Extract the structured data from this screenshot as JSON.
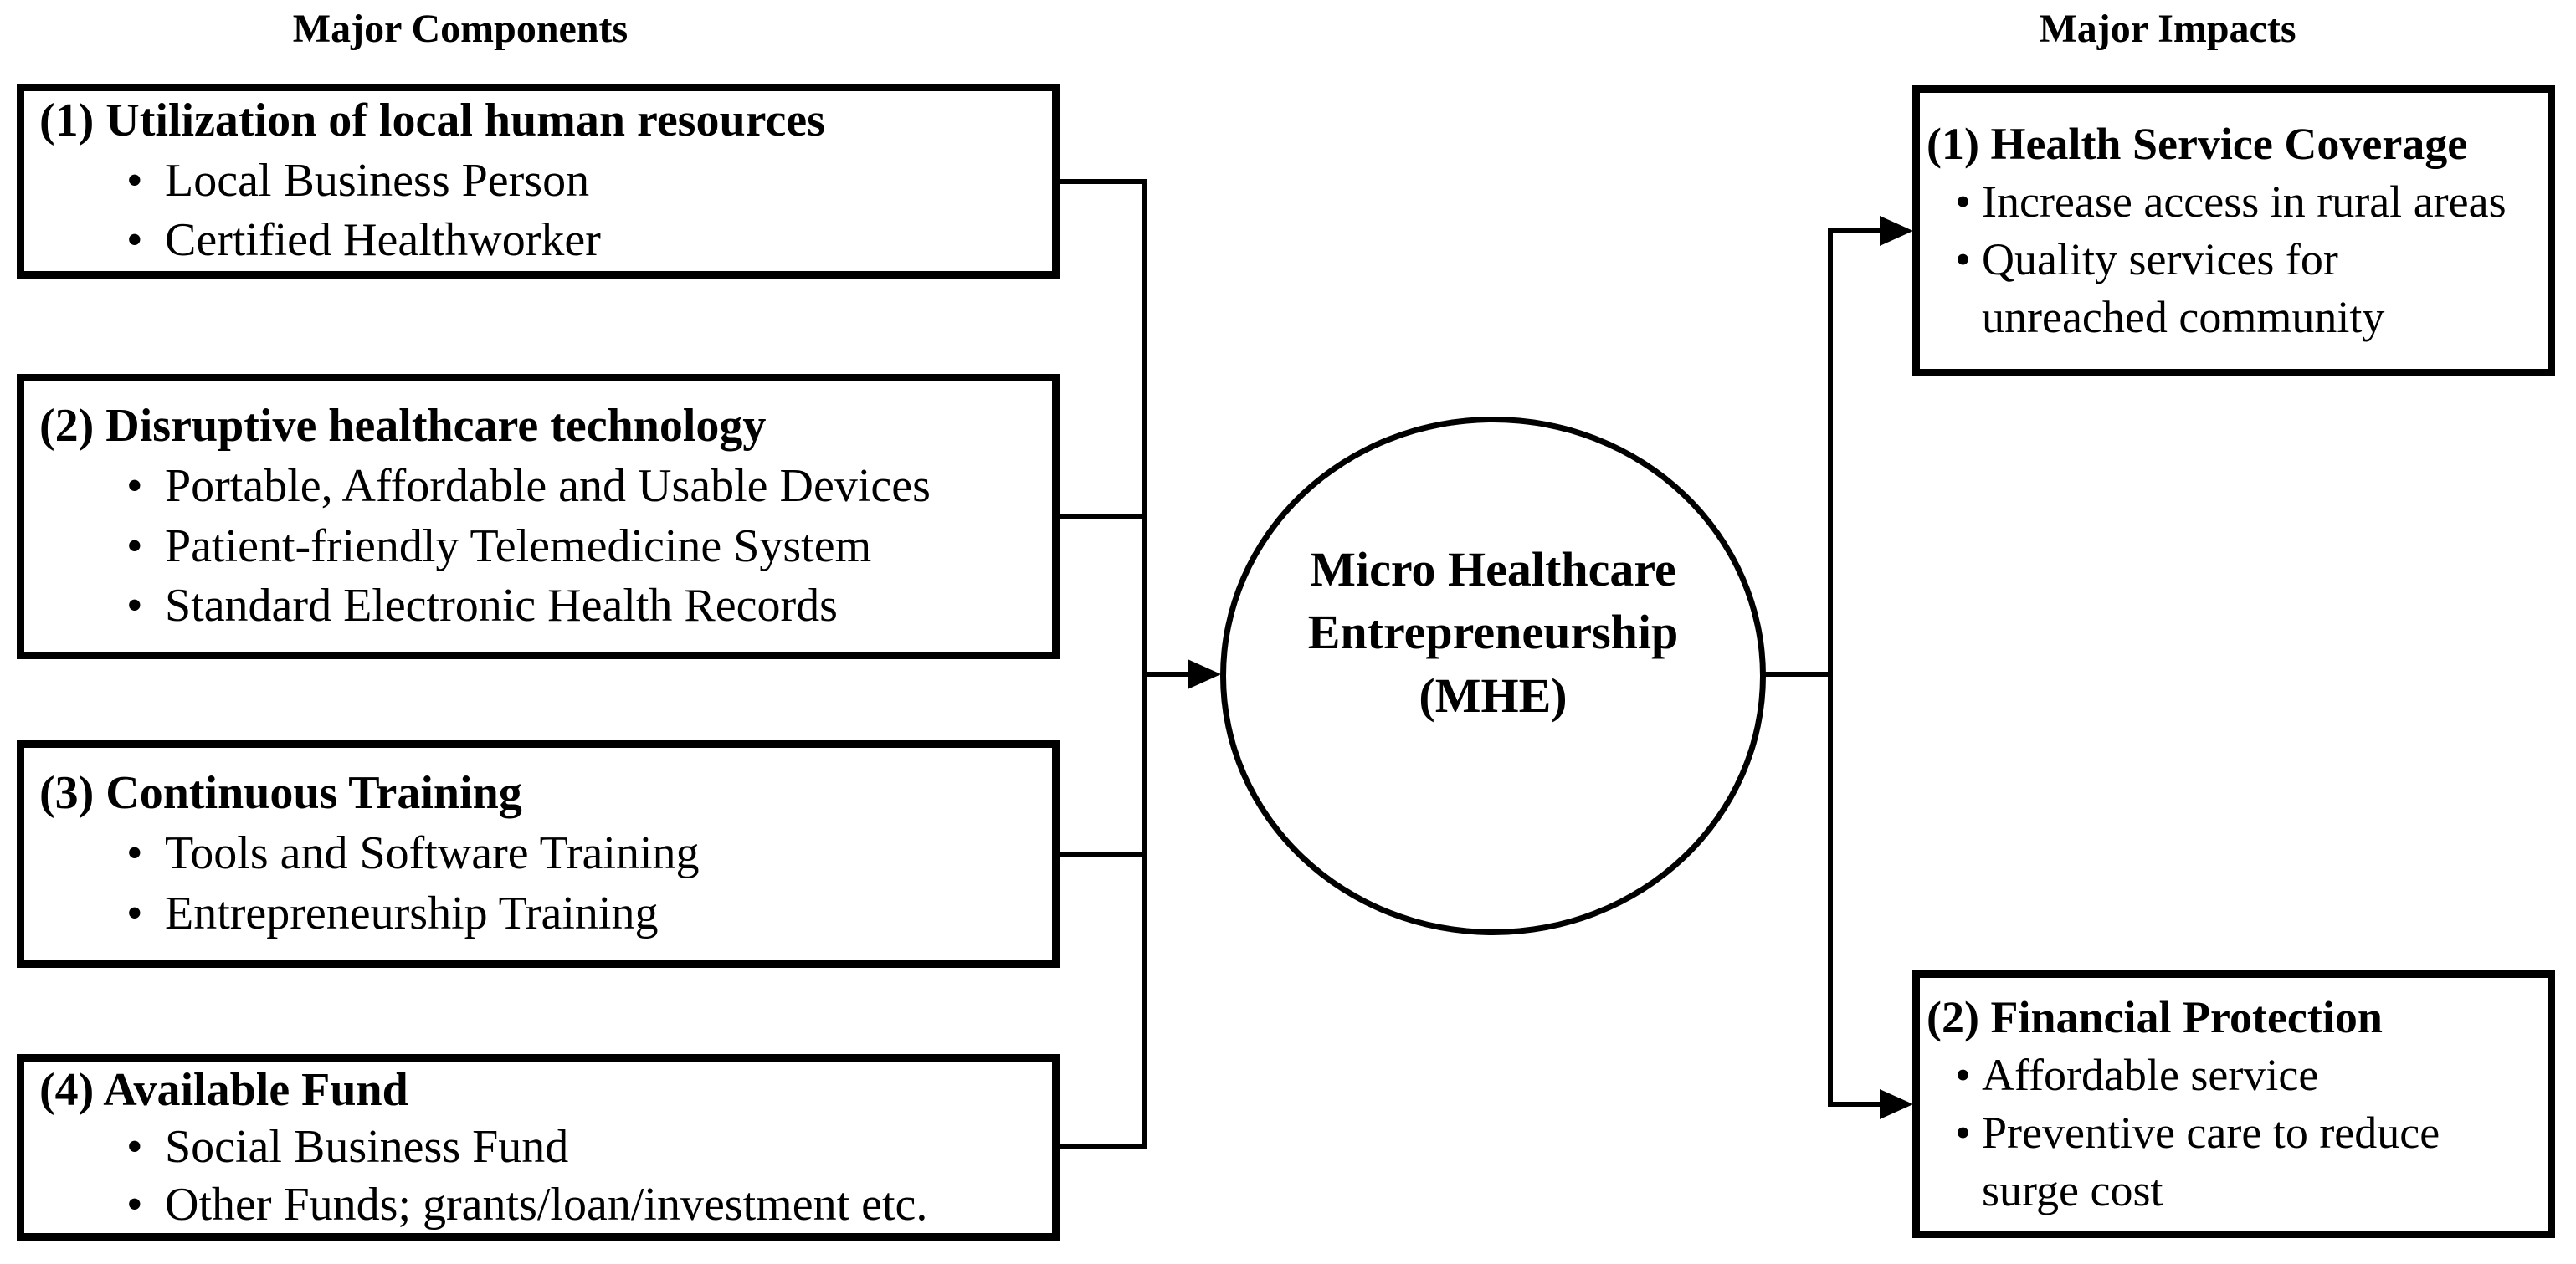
{
  "ui": {
    "bullet_char": "•"
  },
  "colors": {
    "ink": "#000000",
    "background": "#ffffff"
  },
  "left_column": {
    "title": "Major Components",
    "boxes": [
      {
        "heading": "(1) Utilization of local human resources",
        "items": [
          "Local Business Person",
          "Certified Healthworker"
        ]
      },
      {
        "heading": "(2) Disruptive healthcare technology",
        "items": [
          "Portable, Affordable and Usable Devices",
          "Patient-friendly Telemedicine System",
          "Standard Electronic Health Records"
        ]
      },
      {
        "heading": "(3) Continuous Training",
        "items": [
          "Tools and Software Training",
          "Entrepreneurship Training"
        ]
      },
      {
        "heading": "(4) Available Fund",
        "items": [
          "Social Business Fund",
          "Other Funds; grants/loan/investment etc."
        ]
      }
    ]
  },
  "center_node": {
    "lines": [
      "Micro Healthcare",
      "Entrepreneurship",
      "(MHE)"
    ]
  },
  "right_column": {
    "title": "Major Impacts",
    "boxes": [
      {
        "heading": "(1) Health Service Coverage",
        "items": [
          "Increase access in rural areas",
          "Quality services for\nunreached community"
        ]
      },
      {
        "heading": "(2) Financial Protection",
        "items": [
          "Affordable service",
          "Preventive care to reduce\nsurge cost"
        ]
      }
    ]
  }
}
